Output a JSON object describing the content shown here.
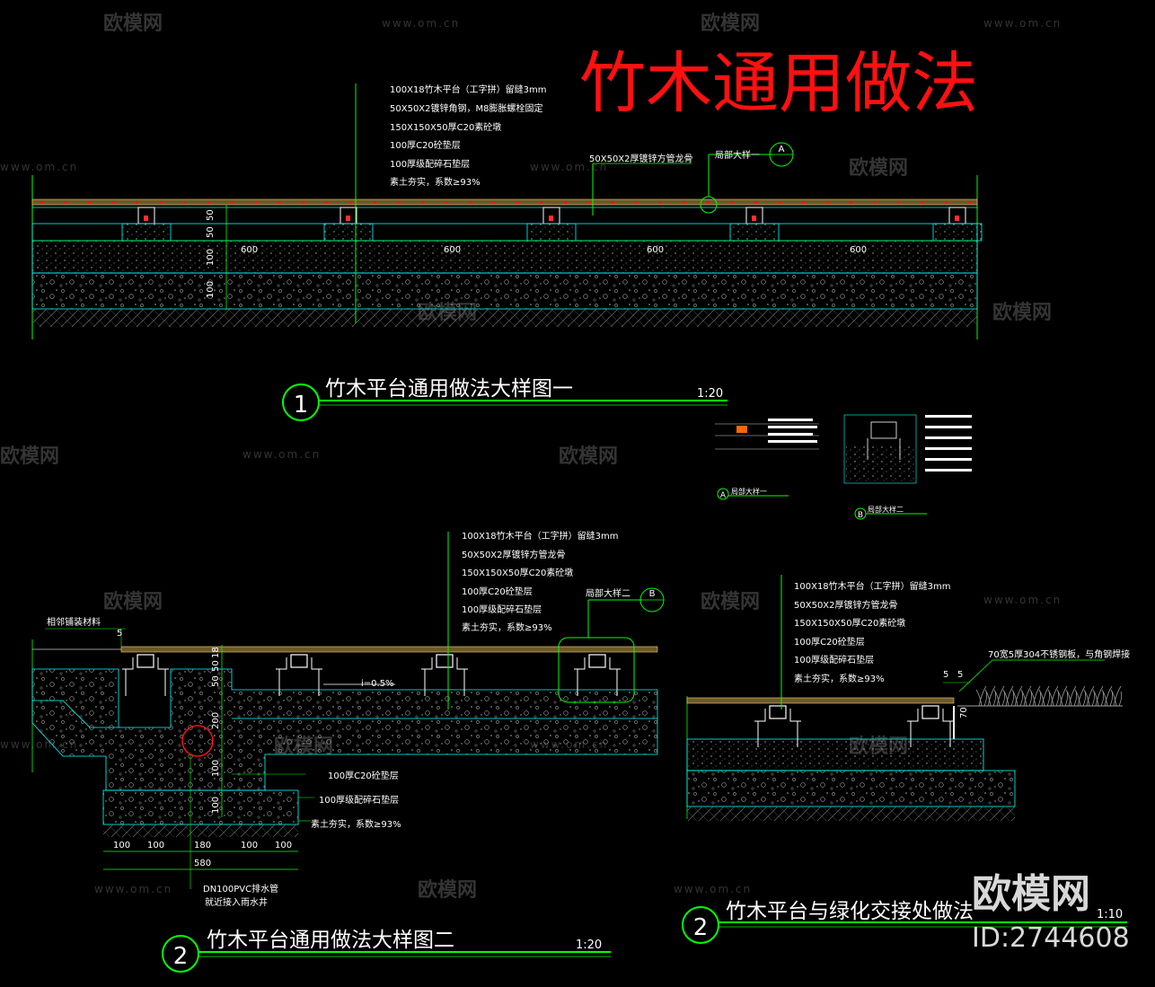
{
  "main_title": "竹木通用做法",
  "section1": {
    "number": "1",
    "title": "竹木平台通用做法大样图一",
    "scale": "1:20",
    "layers": [
      "100X18竹木平台（工字拼）留缝3mm",
      "50X50X2镀锌角钢，M8膨胀螺栓固定",
      "150X150X50厚C20素砼墩",
      "100厚C20砼垫层",
      "100厚级配碎石垫层",
      "素土夯实，系数≥93%"
    ],
    "tube_label": "50X50X2厚镀锌方管龙骨",
    "detail_label": "局部大样一",
    "detail_letter": "A",
    "spans": [
      "600",
      "600",
      "600",
      "600"
    ],
    "vdims": [
      "50",
      "50",
      "100",
      "100"
    ]
  },
  "detail_a": {
    "letter": "A",
    "label": "局部大样一"
  },
  "detail_b": {
    "letter": "B",
    "label": "局部大样二"
  },
  "section2": {
    "number": "2",
    "title": "竹木平台通用做法大样图二",
    "scale": "1:20",
    "layers": [
      "100X18竹木平台（工字拼）留缝3mm",
      "50X50X2厚镀锌方管龙骨",
      "150X150X50厚C20素砼墩",
      "100厚C20砼垫层",
      "100厚级配碎石垫层",
      "素土夯实，系数≥93%"
    ],
    "detail_label": "局部大样二",
    "detail_letter": "B",
    "adjacent": "相邻铺装材料",
    "left_dim": "5",
    "slope": "i=0.5%",
    "vdims": [
      "18",
      "50",
      "50",
      "200",
      "100",
      "100"
    ],
    "base_layers": [
      "100厚C20砼垫层",
      "100厚级配碎石垫层",
      "素土夯实，系数≥93%"
    ],
    "hdims": [
      "100",
      "100",
      "180",
      "100",
      "100"
    ],
    "total": "580",
    "pipe": [
      "DN100PVC排水管",
      "就近接入雨水井"
    ]
  },
  "section3": {
    "number": "2",
    "title": "竹木平台与绿化交接处做法",
    "scale": "1:10",
    "layers": [
      "100X18竹木平台（工字拼）留缝3mm",
      "50X50X2厚镀锌方管龙骨",
      "150X150X50厚C20素砼墩",
      "100厚C20砼垫层",
      "100厚级配碎石垫层",
      "素土夯实，系数≥93%"
    ],
    "steel": "70宽5厚304不锈钢板，与角钢焊接",
    "dims": [
      "5",
      "5",
      "70"
    ]
  },
  "watermark": {
    "brand": "欧模网",
    "url": "www.om.cn",
    "id": "ID:2744608"
  },
  "colors": {
    "layer": "#00ff00",
    "concrete": "#00ffff",
    "title": "#ff1010",
    "dim": "#00ff00",
    "hatch": "#8a8a8a"
  }
}
